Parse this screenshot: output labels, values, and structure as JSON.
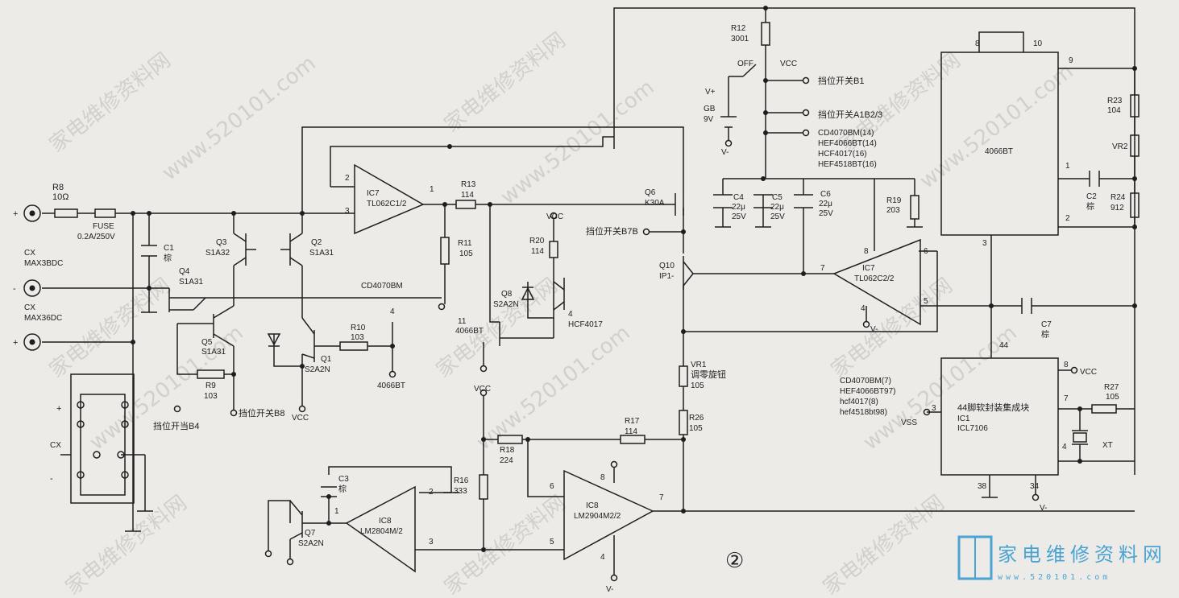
{
  "watermarks": [
    "家电维修资料网",
    "www.520101.com"
  ],
  "brand": {
    "name": "家电维修资料网",
    "url": "www.520101.com",
    "color": "#4aa4d3"
  },
  "figure_number": "②",
  "labels": {
    "r8": "R8",
    "r8v": "10Ω",
    "fuse": "FUSE",
    "fusev": "0.2A/250V",
    "plus1": "+",
    "minus1": "-",
    "plus2": "+",
    "cx1": "CX",
    "cx1b": "MAX3BDC",
    "cx2": "CX",
    "cx2b": "MAX36DC",
    "c1": "C1",
    "c1v": "棕",
    "q3": "Q3",
    "q3v": "S1A32",
    "q2": "Q2",
    "q2v": "S1A31",
    "q4": "Q4",
    "q4v": "S1A31",
    "q5": "Q5",
    "q5v": "S1A31",
    "q1": "Q1",
    "q1v": "S2A2N",
    "r9": "R9",
    "r9v": "103",
    "r10": "R10",
    "r10v": "103",
    "n4066a": "4066BT",
    "sw_b4": "挡位开当B4",
    "sw_b8": "挡位开关B8",
    "vcc_q1": "VCC",
    "cd4070": "CD4070BM",
    "pin4": "4",
    "ic7a": "IC7",
    "ic7av": "TL062C1/2",
    "pin2": "2",
    "pin3": "3",
    "pin1": "1",
    "r13": "R13",
    "r13v": "114",
    "r11": "R11",
    "r11v": "105",
    "pin11": "11",
    "n4066b": "4066BT",
    "r20": "R20",
    "r20v": "114",
    "vcc_r20": "VCC",
    "q8": "Q8",
    "q8v": "S2A2N",
    "pin4b": "4",
    "hcf": "HCF4017",
    "q6": "Q6",
    "q6v": "K30A",
    "sw_b7": "挡位开关B7B",
    "q10": "Q10",
    "q10v": "IP1-",
    "r12": "R12",
    "r12v": "3001",
    "off": "OFF",
    "vcc_top": "VCC",
    "vplus": "V+",
    "gb": "GB",
    "gbv": "9V",
    "vminus_gb": "V-",
    "sw_b1": "挡位开关B1",
    "sw_a1": "挡位开关A1B2/3",
    "n_cd14": "CD4070BM(14)",
    "n_hef14": "HEF4066BT(14)",
    "n_hcf16": "HCF4017(16)",
    "n_hef16": "HEF4518BT(16)",
    "c4": "C4",
    "c4v": "22μ",
    "c4w": "25V",
    "c5": "C5",
    "c5v": "22μ",
    "c5w": "25V",
    "c6": "C6",
    "c6v": "22μ",
    "c6w": "25V",
    "r19": "R19",
    "r19v": "203",
    "ic7b": "IC7",
    "ic7bv": "TL062C2/2",
    "p8": "8",
    "p6": "6",
    "p7": "7",
    "p4": "4",
    "p5": "5",
    "vminus_ic7": "V-",
    "ic4066": "4066BT",
    "p8t": "8",
    "p10t": "10",
    "p9": "9",
    "p1r": "1",
    "p2r": "2",
    "p3b": "3",
    "r23": "R23",
    "r23v": "104",
    "vr2": "VR2",
    "c2": "C2",
    "c2v": "棕",
    "r24": "R24",
    "r24v": "912",
    "c7": "C7",
    "c7v": "棕",
    "p44": "44",
    "p8b": "8",
    "vcc_ic1": "VCC",
    "p7b": "7",
    "p4c": "4",
    "p3c": "3",
    "vss": "VSS",
    "p38": "38",
    "p34": "34",
    "vminus_ic1": "V-",
    "ic1_name": "44脚软封装集成块",
    "ic1": "IC1",
    "ic1v": "ICL7106",
    "r27": "R27",
    "r27v": "105",
    "xt": "XT",
    "n_cd7": "CD4070BM(7)",
    "n_hef7": "HEF4066BT97)",
    "n_hcf8": "hcf4017(8)",
    "n_hef8": "hef4518bt98)",
    "vr1": "VR1",
    "vr1v": "调零旋钮",
    "vr1w": "105",
    "r26": "R26",
    "r26v": "105",
    "vcc_mid": "VCC",
    "r17": "R17",
    "r17v": "114",
    "r18": "R18",
    "r18v": "224",
    "r16": "R16",
    "r16v": "333",
    "c3": "C3",
    "c3v": "棕",
    "q7": "Q7",
    "q7v": "S2A2N",
    "ic8a": "IC8",
    "ic8av": "LM2804M/2",
    "p1d": "1",
    "p2d": "2",
    "p3d": "3",
    "ic8b": "IC8",
    "ic8bv": "LM2904M2/2",
    "p8d": "8",
    "p6d": "6",
    "p7d": "7",
    "p5d": "5",
    "p4d": "4",
    "vminus_ic8": "V-",
    "cx3": "CX",
    "plus3": "+",
    "minus3": "-"
  }
}
